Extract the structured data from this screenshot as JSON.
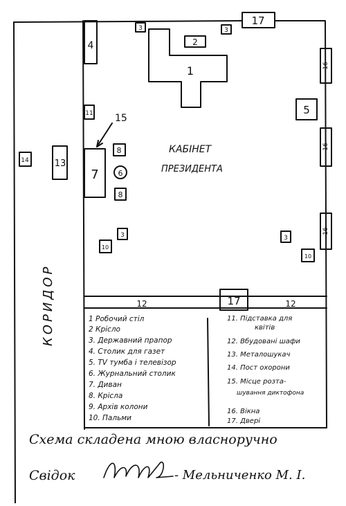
{
  "labels": {
    "n1": "1",
    "n2": "2",
    "n3a": "3",
    "n3b": "3",
    "n3c": "3",
    "n3d": "3",
    "n4": "4",
    "n5": "5",
    "n6": "6",
    "n7": "7",
    "n8a": "8",
    "n8b": "8",
    "n10a": "10",
    "n10b": "10",
    "n11": "11",
    "n12a": "12",
    "n12b": "12",
    "n13": "13",
    "n14": "14",
    "n15": "15",
    "n16a": "16",
    "n16b": "16",
    "n16c": "16",
    "n17a": "17",
    "n17b": "17"
  },
  "room_title_1": "КАБІНЕТ",
  "room_title_2": "ПРЕЗИДЕНТА",
  "corridor_label": "КОРИДОР",
  "legend_left": [
    "1 Робочий стіл",
    "2 Крісло",
    "3. Державний прапор",
    "4. Столик для газет",
    "5. TV тумба і телевізор",
    "6. Журнальний столик",
    "7. Диван",
    "8. Крісла",
    "9. Архів колони",
    "10. Пальми"
  ],
  "legend_right": [
    "11. Підставка для",
    "квітів",
    "12. Вбудовані шафи",
    "13. Металошукач",
    "14. Пост охорони",
    "15. Місце розта-",
    "шування диктофона",
    "16. Вікна",
    "17. Двері"
  ],
  "caption_line": "Схема складена мною власноручно",
  "witness_label": "Свідок",
  "witness_name": "- Мельниченко М. І."
}
